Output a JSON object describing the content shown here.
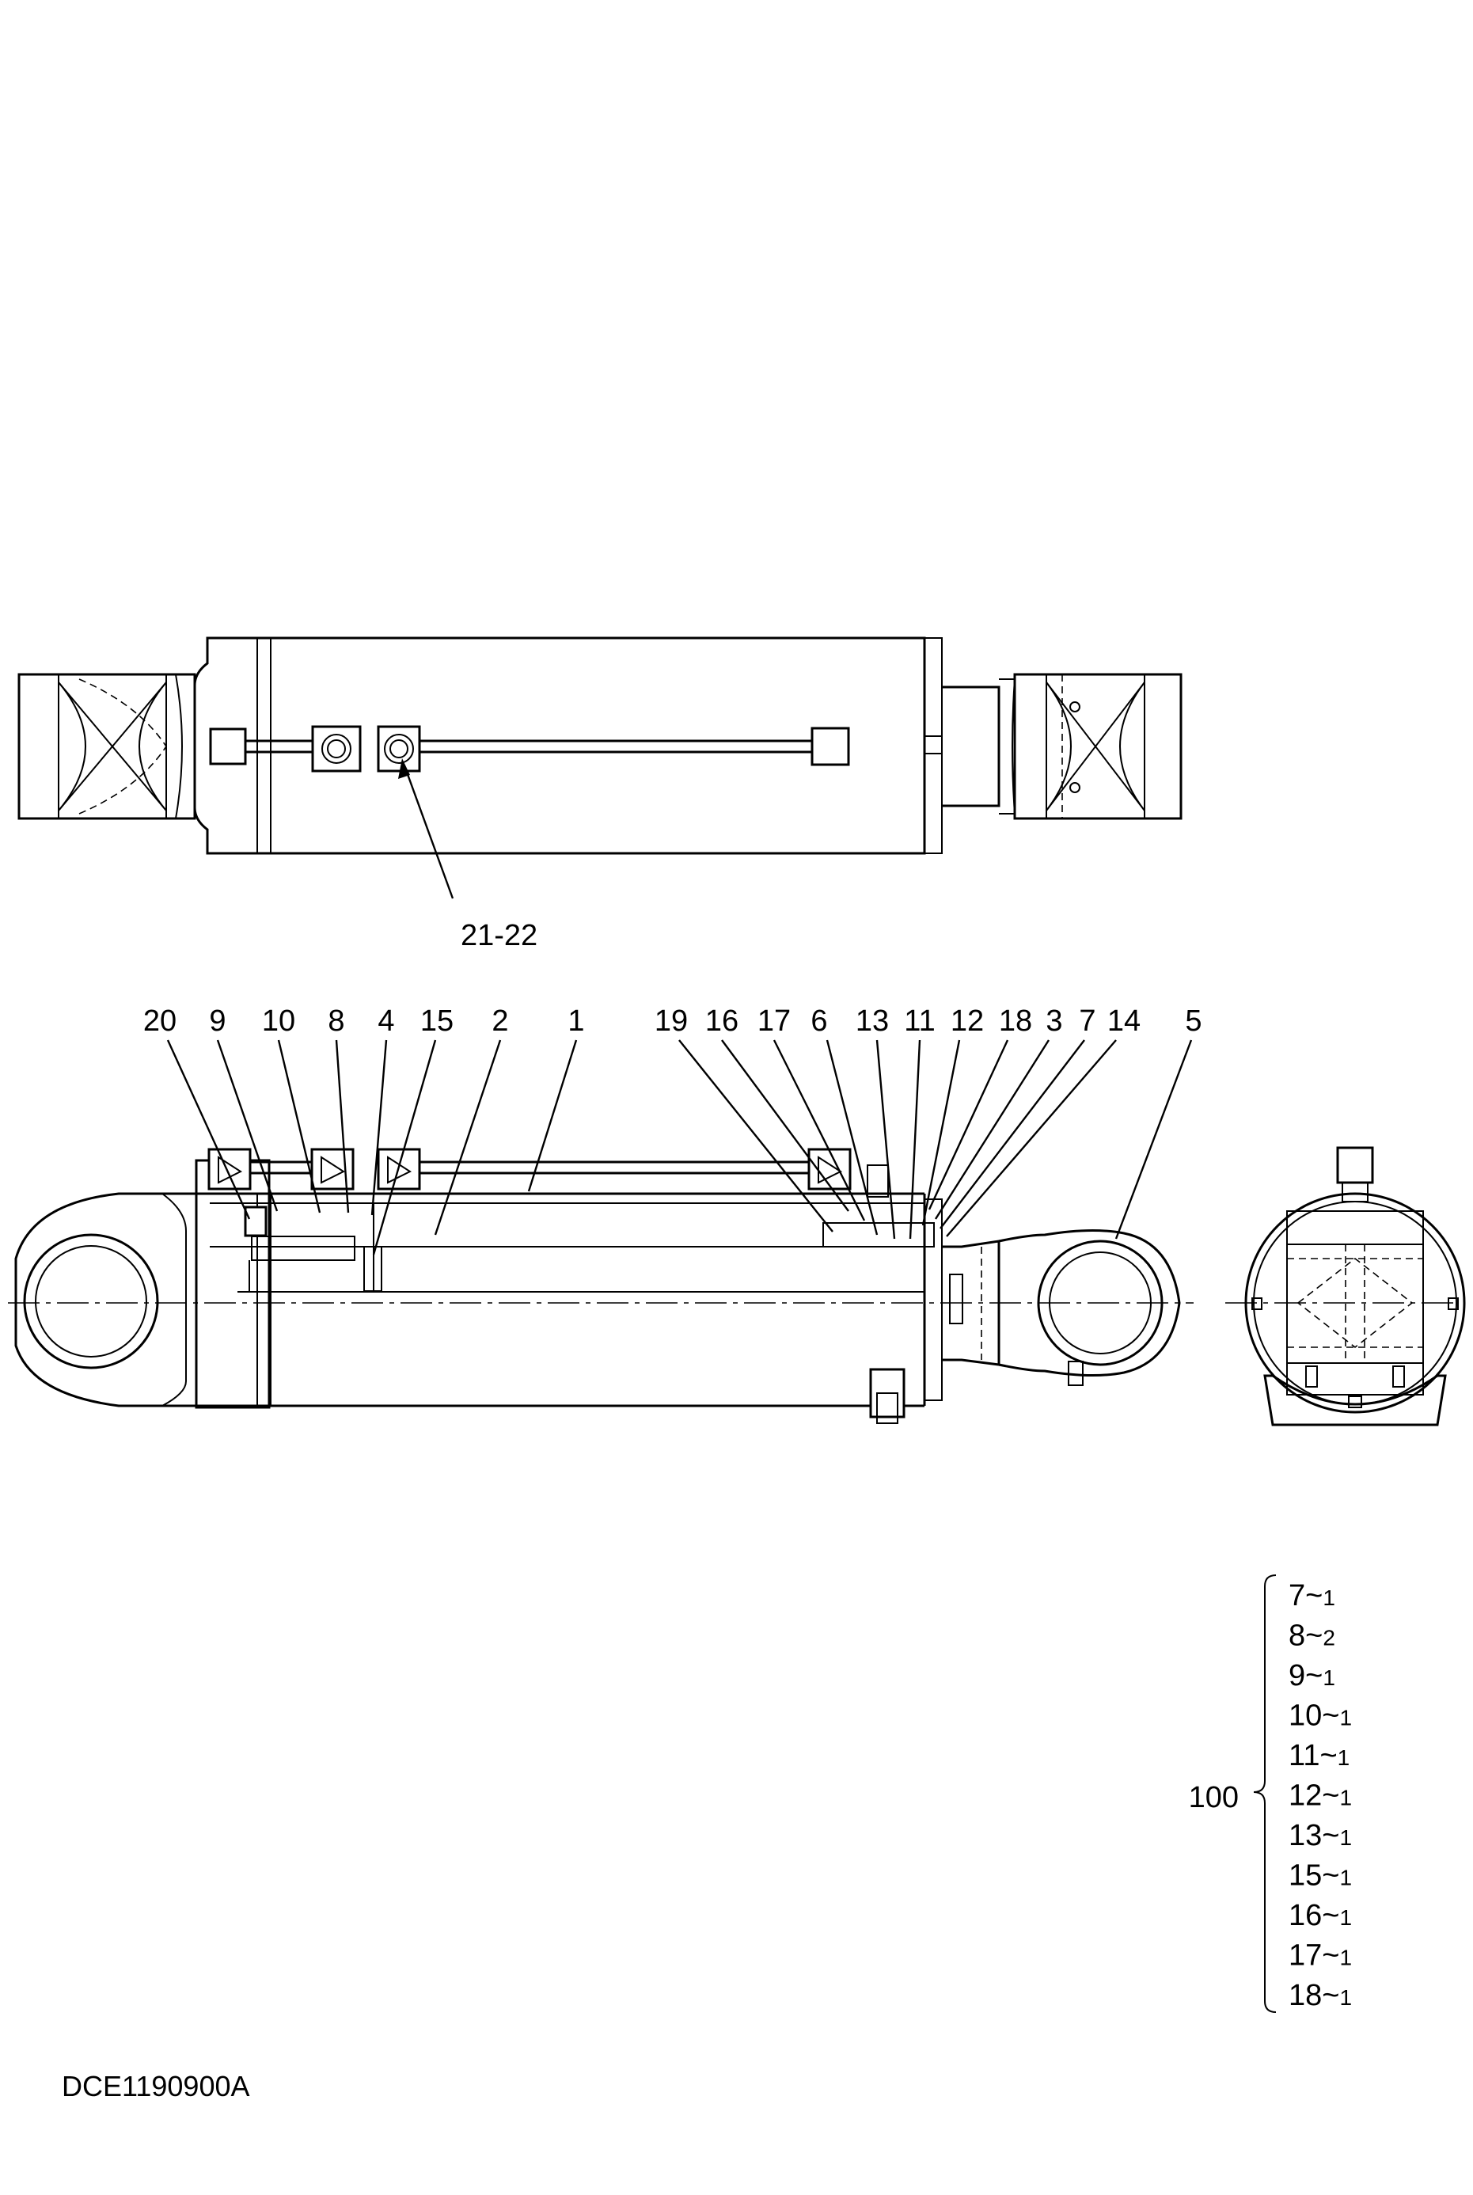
{
  "diagram": {
    "drawing_code": "DCE1190900A",
    "top_view_label": "21-22",
    "callouts": [
      "20",
      "9",
      "10",
      "8",
      "4",
      "15",
      "2",
      "1",
      "19",
      "16",
      "17",
      "6",
      "13",
      "11",
      "12",
      "18",
      "3",
      "7",
      "14",
      "5"
    ],
    "kit": {
      "number": "100",
      "items": [
        {
          "part": "7",
          "sep": "~",
          "qty": "1"
        },
        {
          "part": "8",
          "sep": "~",
          "qty": "2"
        },
        {
          "part": "9",
          "sep": "~",
          "qty": "1"
        },
        {
          "part": "10",
          "sep": "~",
          "qty": "1"
        },
        {
          "part": "11",
          "sep": "~",
          "qty": "1"
        },
        {
          "part": "12",
          "sep": "~",
          "qty": "1"
        },
        {
          "part": "13",
          "sep": "~",
          "qty": "1"
        },
        {
          "part": "15",
          "sep": "~",
          "qty": "1"
        },
        {
          "part": "16",
          "sep": "~",
          "qty": "1"
        },
        {
          "part": "17",
          "sep": "~",
          "qty": "1"
        },
        {
          "part": "18",
          "sep": "~",
          "qty": "1"
        }
      ]
    }
  }
}
